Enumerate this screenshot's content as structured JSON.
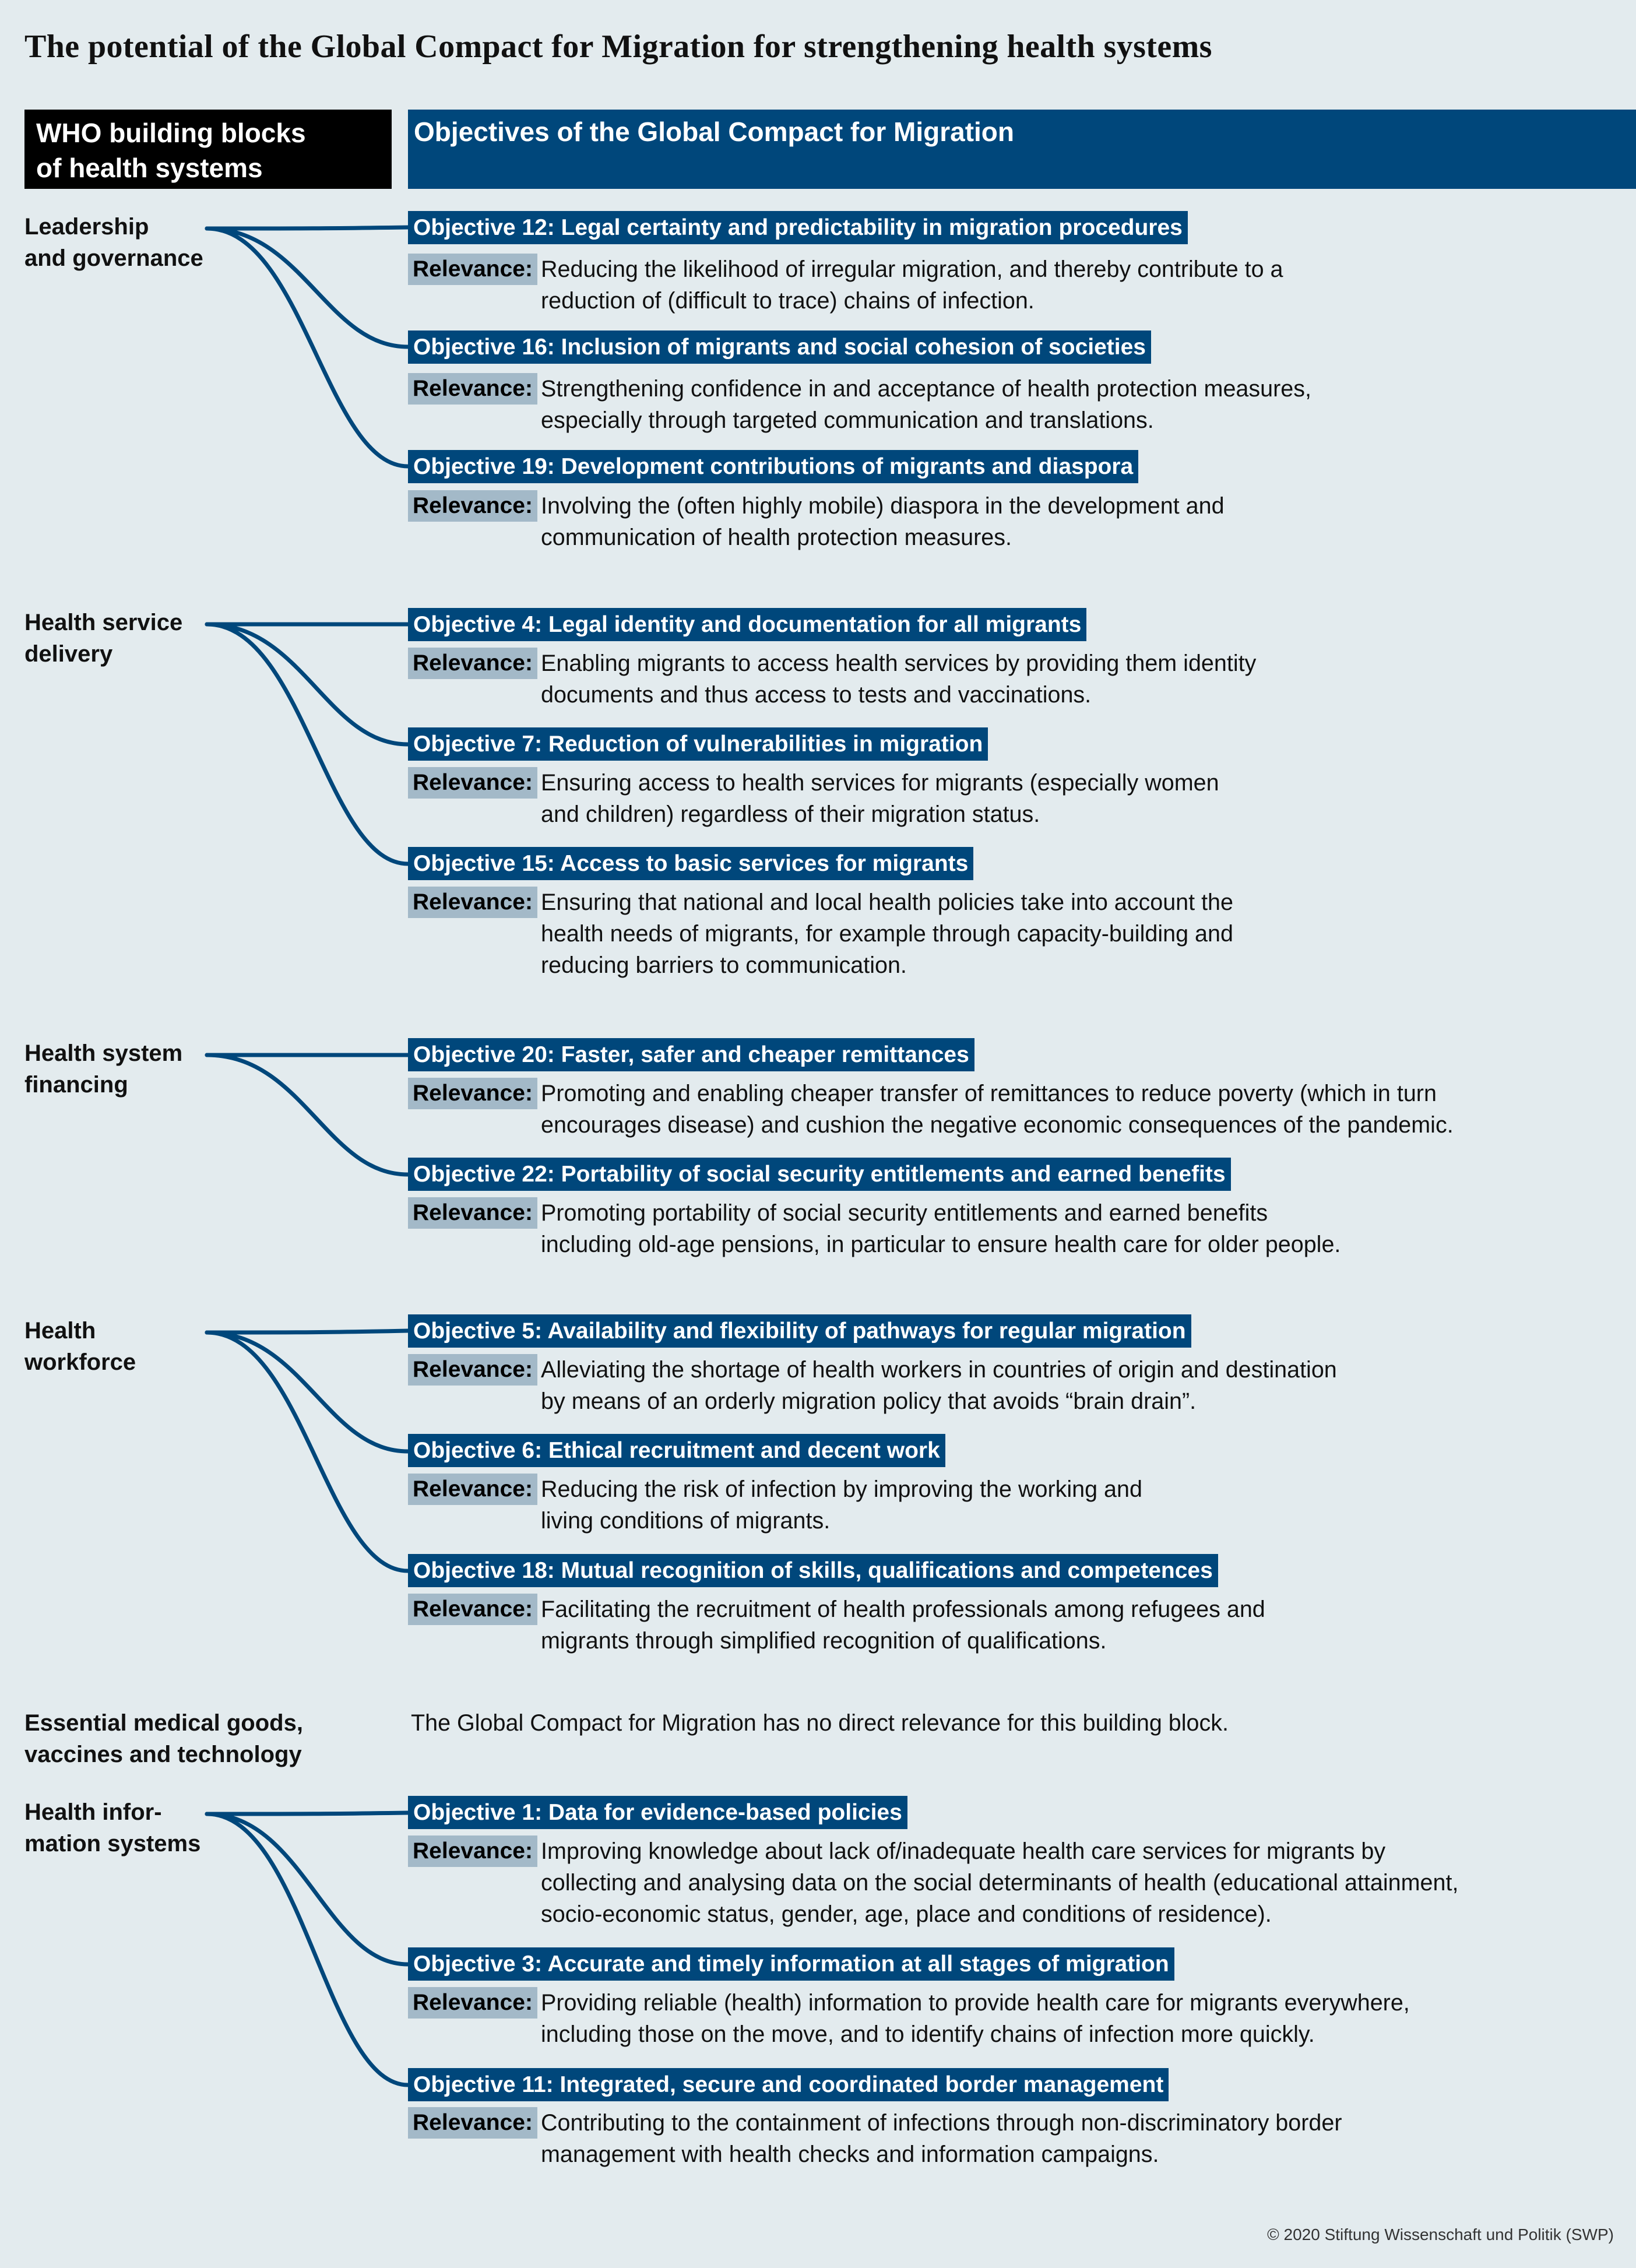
{
  "title": "The potential of the Global Compact for Migration for strengthening health systems",
  "header": {
    "left": "WHO building blocks\nof health systems",
    "right": "Objectives of the Global Compact for Migration"
  },
  "relevance_label": "Relevance:",
  "blocks": [
    {
      "label": "Leadership\nand governance",
      "objectives": [
        {
          "title": "Objective  12: Legal certainty and predictability in migration procedures",
          "relevance": "Reducing the likelihood of irregular migration, and thereby contribute to a\nreduction of (difficult to trace) chains of infection."
        },
        {
          "title": "Objective  16: Inclusion of migrants and social cohesion of societies",
          "relevance": "Strengthening confidence in and acceptance of health protection measures,\nespecially through targeted communication and translations."
        },
        {
          "title": "Objective 19: Development contributions of migrants and diaspora",
          "relevance": "Involving the (often highly mobile) diaspora in the development and\ncommunication of health protection measures."
        }
      ]
    },
    {
      "label": "Health service\ndelivery",
      "objectives": [
        {
          "title": "Objective 4: Legal identity and documentation for all migrants",
          "relevance": "Enabling migrants to access health services by providing them identity\ndocuments and thus access to tests and vaccinations."
        },
        {
          "title": "Objective 7: Reduction of vulnerabilities in migration",
          "relevance": "Ensuring access to health services for migrants (especially women\nand children) regardless of their migration status."
        },
        {
          "title": "Objective 15: Access to basic services for migrants",
          "relevance": "Ensuring that national and local health policies take into account the\nhealth needs of migrants, for example through capacity-building and\nreducing barriers to communication."
        }
      ]
    },
    {
      "label": "Health system\nfinancing",
      "objectives": [
        {
          "title": "Objective 20: Faster, safer and cheaper remittances",
          "relevance": "Promoting and enabling cheaper transfer of remittances to reduce poverty (which in turn\nencourages disease) and cushion the negative economic consequences of the pandemic."
        },
        {
          "title": "Objective 22: Portability of social security entitlements and earned benefits",
          "relevance": "Promoting portability of social security entitlements and earned benefits\nincluding old-age pensions, in particular to ensure health care for older people."
        }
      ]
    },
    {
      "label": "Health\nworkforce",
      "objectives": [
        {
          "title": "Objective 5: Availability and flexibility of pathways for regular migration",
          "relevance": "Alleviating the shortage of health workers in countries of origin and destination\nby means of an orderly migration policy that avoids “brain drain”."
        },
        {
          "title": "Objective 6: Ethical recruitment and decent work",
          "relevance": "Reducing the risk of infection by improving the working and\nliving conditions of migrants."
        },
        {
          "title": "Objective 18: Mutual recognition of skills, qualifications and competences",
          "relevance": "Facilitating the recruitment of health professionals among refugees and\nmigrants through simplified recognition of qualifications."
        }
      ]
    },
    {
      "label": "Essential medical goods,\nvaccines and technology",
      "note": "The Global Compact for Migration has no direct relevance for this building block.",
      "objectives": []
    },
    {
      "label": "Health infor-\nmation systems",
      "objectives": [
        {
          "title": "Objective 1: Data for evidence-based policies",
          "relevance": "Improving knowledge about lack of/inadequate health care services for migrants by\ncollecting and analysing data on the social determinants of health (educational attainment,\nsocio-economic status, gender, age, place and conditions of residence)."
        },
        {
          "title": "Objective 3: Accurate and timely information at all stages of migration",
          "relevance": "Providing reliable (health) information to provide health care for migrants everywhere,\nincluding those on the move, and to identify chains of infection more quickly."
        },
        {
          "title": "Objective 11: Integrated, secure and coordinated border management",
          "relevance": "Contributing to the containment of infections through non-discriminatory border\nmanagement with health checks and information campaigns."
        }
      ]
    }
  ],
  "credit": "© 2020 Stiftung Wissenschaft und Politik (SWP)",
  "colors": {
    "background": "#e3ebee",
    "objective": "#00477b",
    "relevance_tag": "#a3b9c8",
    "connector": "#00477b"
  }
}
